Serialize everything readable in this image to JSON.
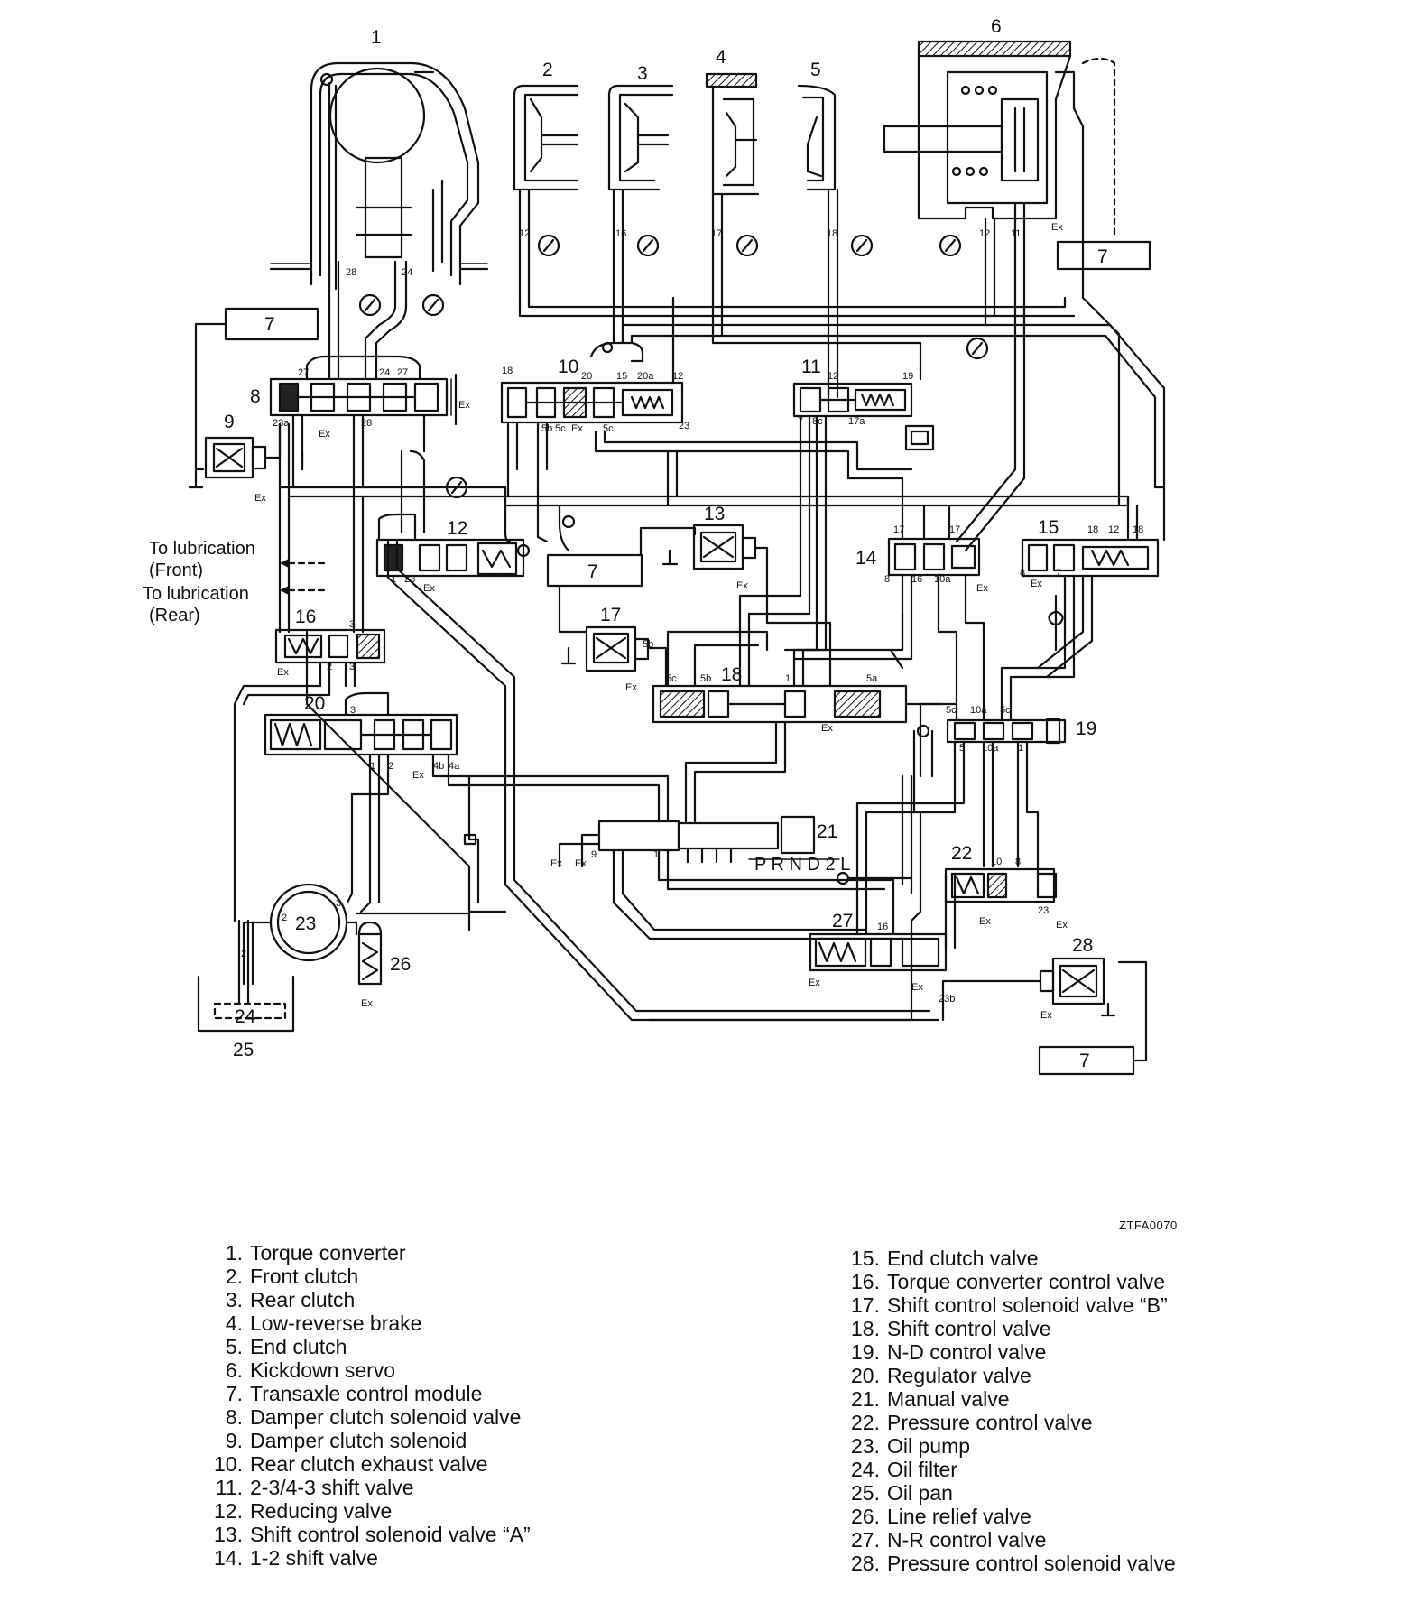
{
  "diagram": {
    "component_labels": {
      "c1": "1",
      "c2": "2",
      "c3": "3",
      "c4": "4",
      "c5": "5",
      "c6": "6",
      "c8": "8",
      "c9": "9",
      "c10": "10",
      "c11": "11",
      "c12": "12",
      "c13": "13",
      "c14": "14",
      "c15": "15",
      "c16": "16",
      "c17": "17",
      "c18": "18",
      "c19": "19",
      "c20": "20",
      "c21": "21",
      "c22": "22",
      "c23": "23",
      "c24": "24",
      "c25": "25",
      "c26": "26",
      "c27": "27",
      "c28": "28",
      "tcm": "7"
    },
    "lube_front_1": "To lubrication",
    "lube_front_2": "(Front)",
    "lube_rear_1": "To lubrication",
    "lube_rear_2": "(Rear)",
    "exhaust": "Ex",
    "selector": "P R N D 2 L",
    "drawing_code": "ZTFA0070"
  },
  "legend": {
    "left": [
      {
        "num": "1.",
        "text": "Torque converter"
      },
      {
        "num": "2.",
        "text": "Front clutch"
      },
      {
        "num": "3.",
        "text": "Rear clutch"
      },
      {
        "num": "4.",
        "text": "Low-reverse brake"
      },
      {
        "num": "5.",
        "text": "End clutch"
      },
      {
        "num": "6.",
        "text": "Kickdown servo"
      },
      {
        "num": "7.",
        "text": "Transaxle control module"
      },
      {
        "num": "8.",
        "text": "Damper clutch solenoid valve"
      },
      {
        "num": "9.",
        "text": "Damper clutch solenoid"
      },
      {
        "num": "10.",
        "text": "Rear clutch exhaust valve"
      },
      {
        "num": "11.",
        "text": "2-3/4-3 shift valve"
      },
      {
        "num": "12.",
        "text": "Reducing valve"
      },
      {
        "num": "13.",
        "text": "Shift control solenoid valve “A”"
      },
      {
        "num": "14.",
        "text": "1-2 shift valve"
      }
    ],
    "right": [
      {
        "num": "15.",
        "text": "End clutch valve"
      },
      {
        "num": "16.",
        "text": "Torque converter control valve"
      },
      {
        "num": "17.",
        "text": "Shift control solenoid valve “B”"
      },
      {
        "num": "18.",
        "text": "Shift control valve"
      },
      {
        "num": "19.",
        "text": "N-D control valve"
      },
      {
        "num": "20.",
        "text": "Regulator valve"
      },
      {
        "num": "21.",
        "text": "Manual valve"
      },
      {
        "num": "22.",
        "text": "Pressure control valve"
      },
      {
        "num": "23.",
        "text": "Oil pump"
      },
      {
        "num": "24.",
        "text": "Oil filter"
      },
      {
        "num": "25.",
        "text": "Oil pan"
      },
      {
        "num": "26.",
        "text": "Line relief valve"
      },
      {
        "num": "27.",
        "text": "N-R control valve"
      },
      {
        "num": "28.",
        "text": "Pressure control solenoid valve"
      }
    ]
  }
}
